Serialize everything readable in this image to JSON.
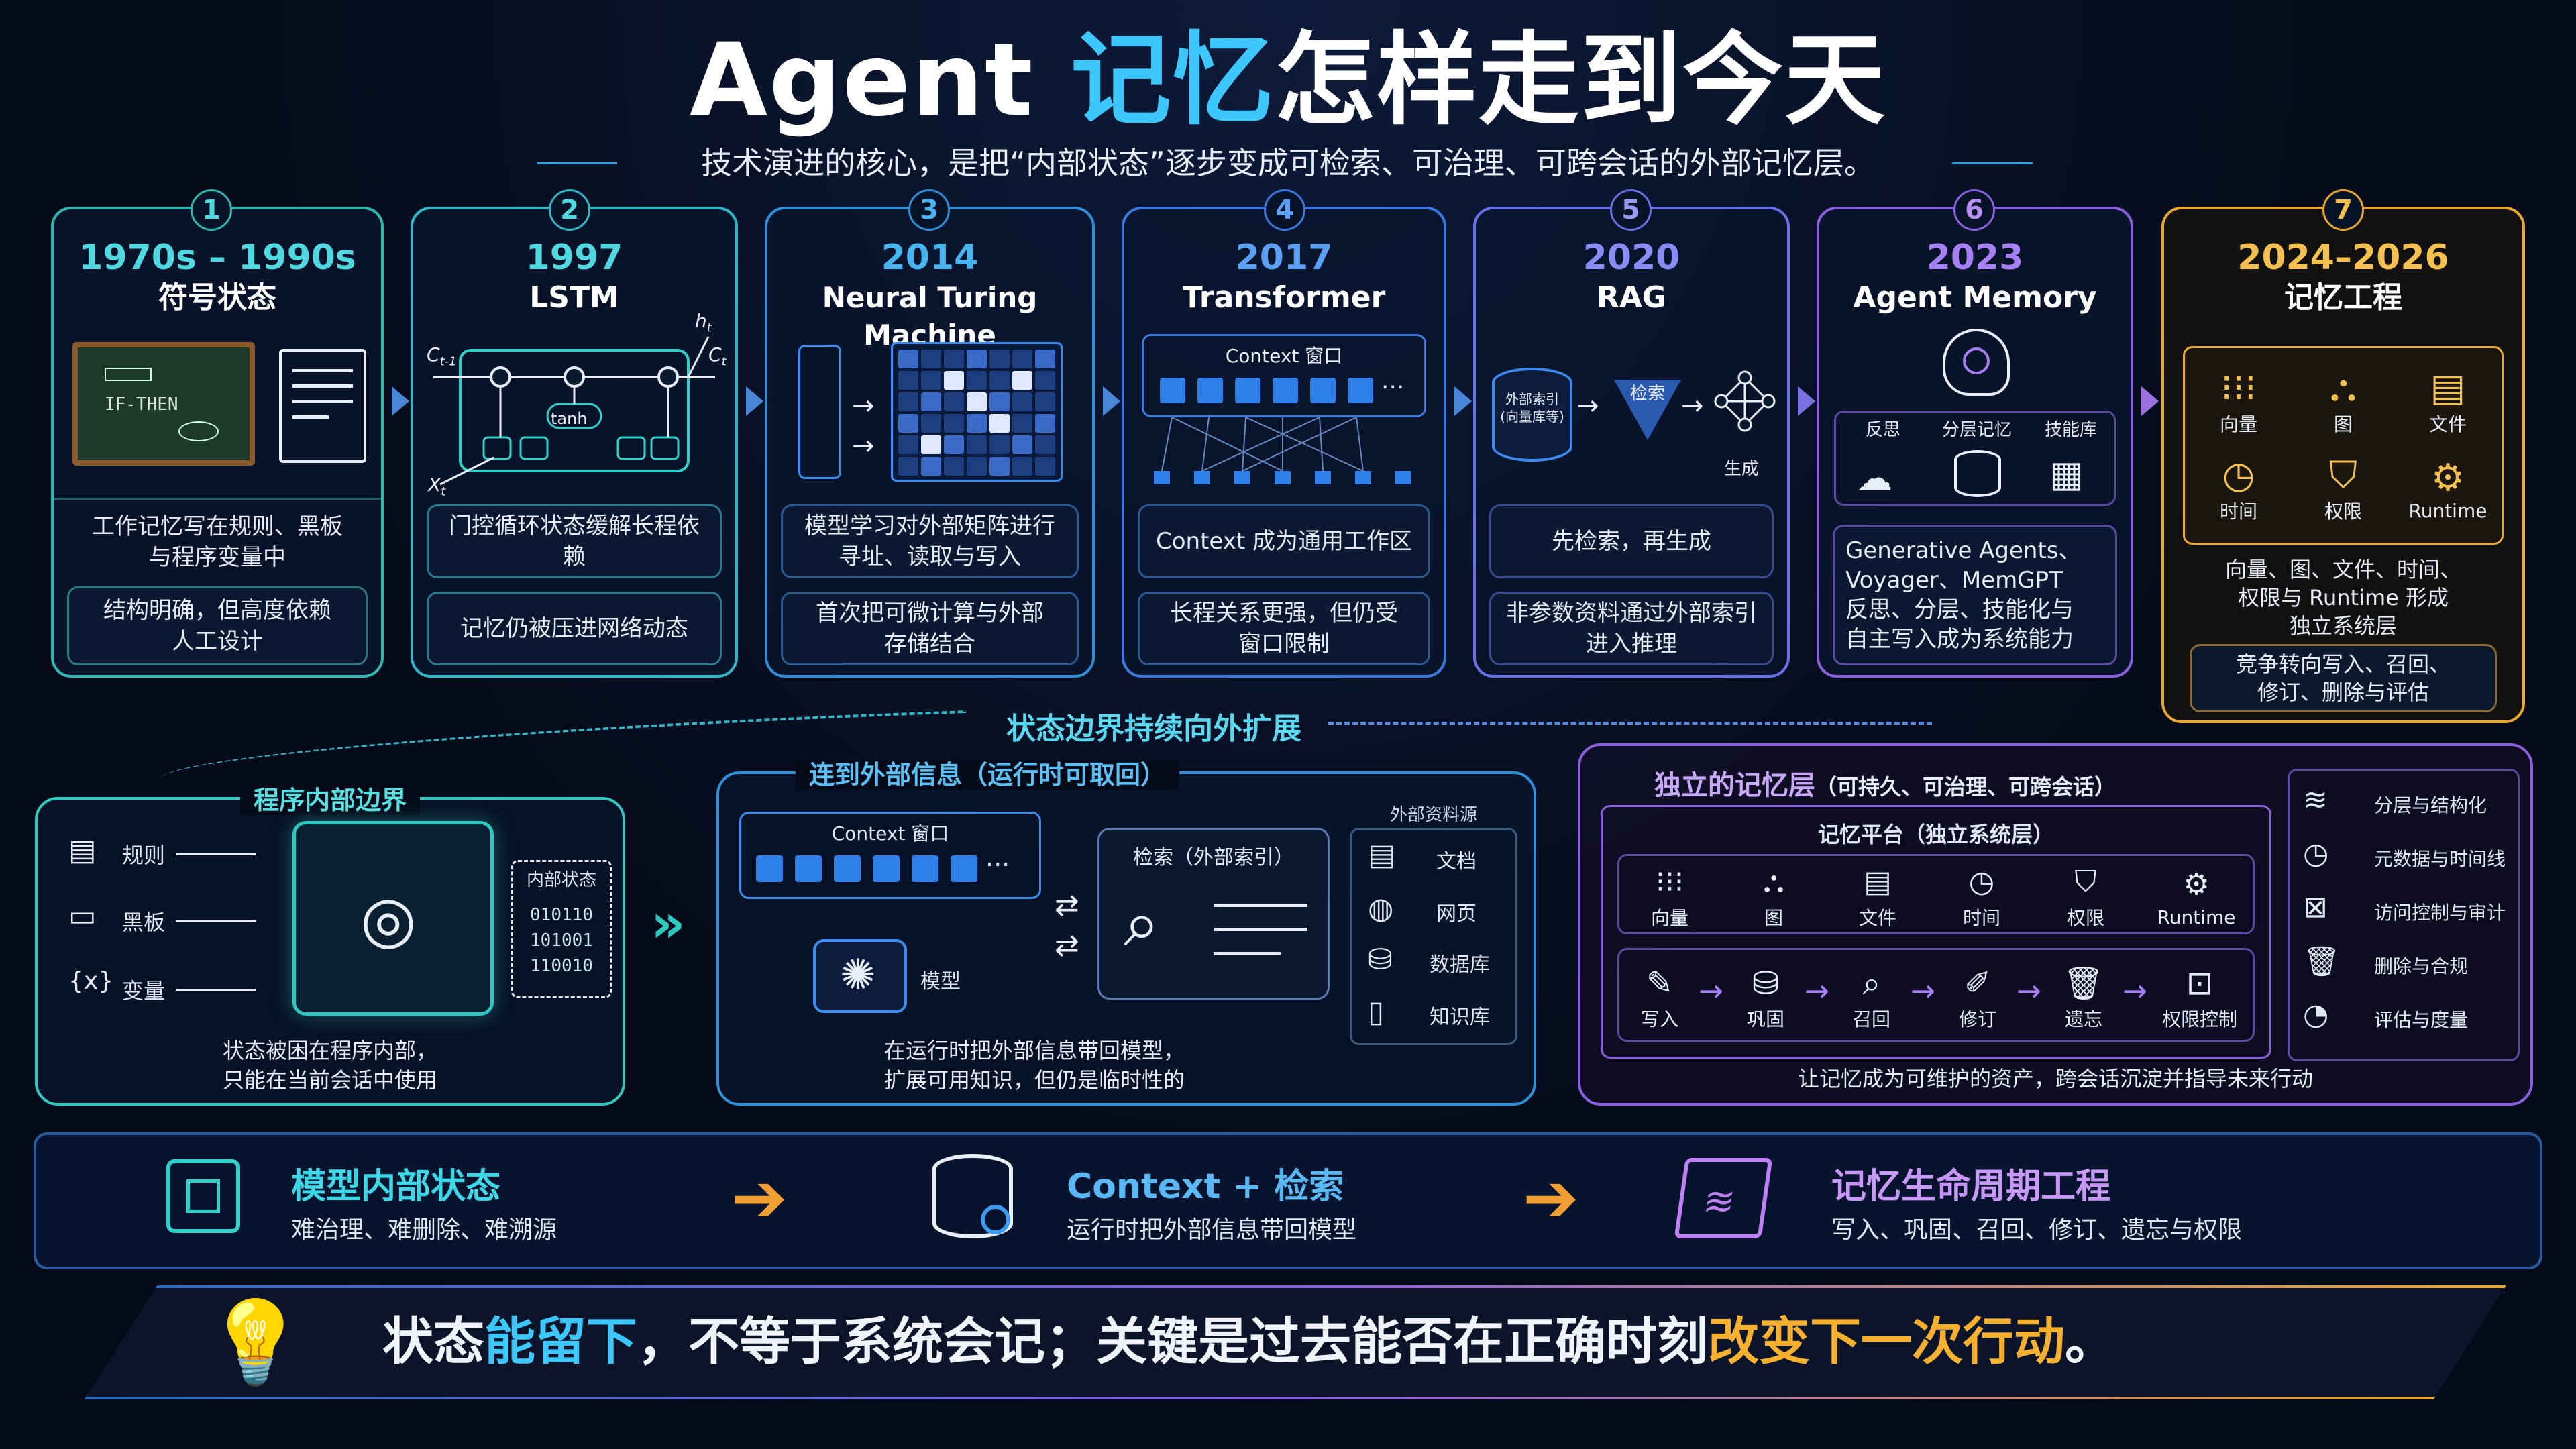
{
  "header": {
    "title_pre": "Agent ",
    "title_hl": "记忆",
    "title_post": "怎样走到今天",
    "subtitle": "技术演进的核心，是把“内部状态”逐步变成可检索、可治理、可跨会话的外部记忆层。"
  },
  "cards": [
    {
      "num": "1",
      "year": "1970s – 1990s",
      "name": "符号状态",
      "illus_text": "IF-THEN",
      "box1": "工作记忆写在规则、黑板\n与程序变量中",
      "box2": "结构明确，但高度依赖\n人工设计"
    },
    {
      "num": "2",
      "year": "1997",
      "name": "LSTM",
      "illus_tanh": "tanh",
      "illus_ct1": "C",
      "illus_ct": "C",
      "illus_h": "h",
      "illus_x": "X",
      "box1": "门控循环状态缓解长程依赖",
      "box2": "记忆仍被压进网络动态"
    },
    {
      "num": "3",
      "year": "2014",
      "name": "Neural Turing Machine",
      "box1": "模型学习对外部矩阵进行\n寻址、读取与写入",
      "box2": "首次把可微计算与外部\n存储结合"
    },
    {
      "num": "4",
      "year": "2017",
      "name": "Transformer",
      "illus_label": "Context 窗口",
      "illus_dots": "···",
      "box1": "Context 成为通用工作区",
      "box2": "长程关系更强，但仍受\n窗口限制"
    },
    {
      "num": "5",
      "year": "2020",
      "name": "RAG",
      "illus_db": "外部索引\n(向量库等)",
      "illus_search": "检索",
      "illus_gen": "生成",
      "box1": "先检索，再生成",
      "box2": "非参数资料通过外部索引\n进入推理"
    },
    {
      "num": "6",
      "year": "2023",
      "name": "Agent Memory",
      "illus_items": [
        "反思",
        "分层记忆",
        "技能库"
      ],
      "box1": "Generative Agents、\nVoyager、MemGPT\n反思、分层、技能化与\n自主写入成为系统能力"
    },
    {
      "num": "7",
      "year": "2024–2026",
      "name": "记忆工程",
      "illus_items": [
        "向量",
        "图",
        "文件",
        "时间",
        "权限",
        "Runtime"
      ],
      "box1": "向量、图、文件、时间、\n权限与 Runtime 形成\n独立系统层",
      "box2": "竞争转向写入、召回、\n修订、删除与评估"
    }
  ],
  "expand_label": "状态边界持续向外扩展",
  "panel_a": {
    "title": "程序内部边界",
    "items": [
      "规则",
      "黑板",
      "变量"
    ],
    "state_title": "内部状态",
    "bits": [
      "010110",
      "101001",
      "110010"
    ],
    "caption": "状态被困在程序内部，\n只能在当前会话中使用"
  },
  "panel_b": {
    "title": "连到外部信息（运行时可取回）",
    "ctx": "Context 窗口",
    "dots": "···",
    "model": "模型",
    "search": "检索（外部索引）",
    "src_title": "外部资料源",
    "sources": [
      "文档",
      "网页",
      "数据库",
      "知识库"
    ],
    "caption": "在运行时把外部信息带回模型，\n扩展可用知识，但仍是临时性的"
  },
  "panel_c": {
    "title": "独立的记忆层",
    "title_sub": "（可持久、可治理、可跨会话）",
    "platform": "记忆平台（独立系统层）",
    "types": [
      "向量",
      "图",
      "文件",
      "时间",
      "权限",
      "Runtime"
    ],
    "ops": [
      "写入",
      "巩固",
      "召回",
      "修订",
      "遗忘",
      "权限控制"
    ],
    "side": [
      "分层与结构化",
      "元数据与时间线",
      "访问控制与审计",
      "删除与合规",
      "评估与度量"
    ],
    "caption": "让记忆成为可维护的资产，跨会话沉淀并指导未来行动"
  },
  "flow": [
    {
      "title": "模型内部状态",
      "sub": "难治理、难删除、难溯源"
    },
    {
      "title": "Context + 检索",
      "sub": "运行时把外部信息带回模型"
    },
    {
      "title": "记忆生命周期工程",
      "sub": "写入、巩固、召回、修订、遗忘与权限"
    }
  ],
  "bottom": {
    "p1": "状态",
    "p2": "能留下",
    "p3": "，不等于系统会记；关键是过去能否在正确时刻",
    "p4": "改变下一次行动",
    "p5": "。"
  },
  "colors": {
    "teal": "#2fd0c8",
    "cyan": "#35b8f0",
    "blue": "#3a8cf0",
    "purple": "#a070f0",
    "gold": "#f0b030"
  }
}
